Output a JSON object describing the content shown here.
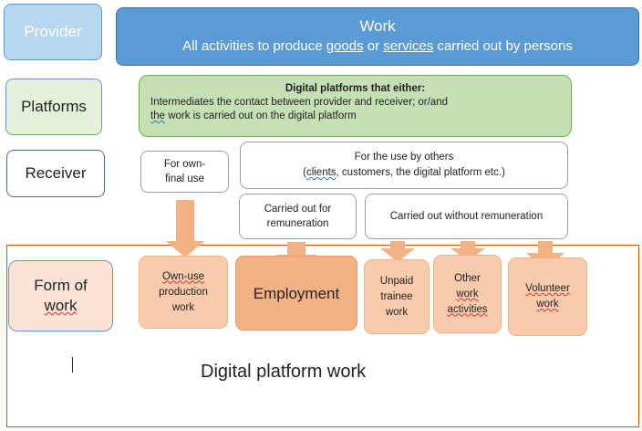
{
  "rows": {
    "provider": "Provider",
    "platforms": "Platforms",
    "receiver": "Receiver",
    "form_of_work_line1": "Form of",
    "form_of_work_line2": "work"
  },
  "work": {
    "title": "Work",
    "desc_prefix": "All activities to produce ",
    "desc_goods": "goods",
    "desc_mid": " or ",
    "desc_services": "services",
    "desc_suffix": " carried out by persons"
  },
  "platforms_box": {
    "title": "Digital platforms that either:",
    "line1": "Intermediates the contact between provider and receiver; or/and",
    "line2_the": "the",
    "line2_rest": " work is carried out on the digital platform"
  },
  "receiver": {
    "own_final_line1": "For own-",
    "own_final_line2": "final use",
    "others_line1": "For the use by others",
    "others_open": "(",
    "others_clients": "clients",
    "others_rest": ", customers, the digital platform etc.)",
    "remuneration_line1": "Carried out for",
    "remuneration_line2": "remuneration",
    "no_remuneration": "Carried out without remuneration"
  },
  "forms": {
    "own_use": [
      "Own-use",
      "production",
      "work"
    ],
    "employment": "Employment",
    "unpaid": [
      "Unpaid",
      "trainee",
      "work"
    ],
    "other": [
      "Other",
      "work",
      "activities"
    ],
    "volunteer": [
      "Volunteer",
      "work"
    ]
  },
  "footer": "Digital platform work",
  "colors": {
    "blue": "#5b9bd5",
    "light_blue": "#b9d6ef",
    "green": "#c5e0b4",
    "orange_light": "#f8cbad",
    "orange": "#f4b183",
    "frame": "#c55a11"
  }
}
